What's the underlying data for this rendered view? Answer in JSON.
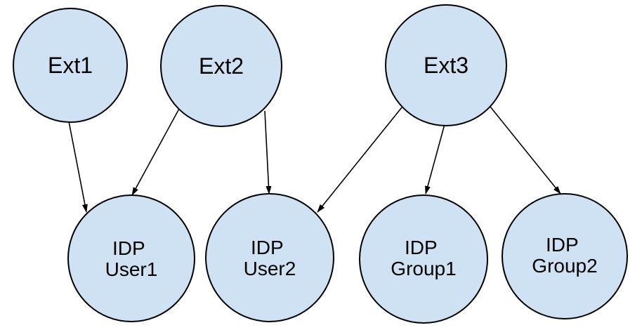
{
  "colors": {
    "background": "#ffffff",
    "node_fill": "#cfe2f3",
    "node_stroke": "#000000",
    "edge": "#000000",
    "text": "#000000"
  },
  "nodes": {
    "ext1": {
      "label": "Ext1"
    },
    "ext2": {
      "label": "Ext2"
    },
    "ext3": {
      "label": "Ext3"
    },
    "idp_user1": {
      "lines": [
        "IDP",
        "User1"
      ]
    },
    "idp_user2": {
      "lines": [
        "IDP",
        "User2"
      ]
    },
    "idp_group1": {
      "lines": [
        "IDP",
        "Group1"
      ]
    },
    "idp_group2": {
      "lines": [
        "IDP",
        "Group2"
      ]
    }
  },
  "edges": [
    {
      "from": "Ext1",
      "to": "IDP User1"
    },
    {
      "from": "Ext2",
      "to": "IDP User1"
    },
    {
      "from": "Ext2",
      "to": "IDP User2"
    },
    {
      "from": "Ext3",
      "to": "IDP User2"
    },
    {
      "from": "Ext3",
      "to": "IDP Group1"
    },
    {
      "from": "Ext3",
      "to": "IDP Group2"
    }
  ]
}
